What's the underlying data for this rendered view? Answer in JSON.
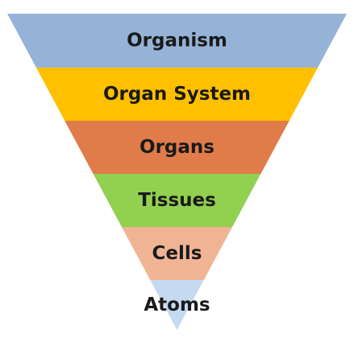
{
  "diagram": {
    "layers": [
      {
        "label": "Organism",
        "color": "#95b3d7"
      },
      {
        "label": "Organ System",
        "color": "#ffc000"
      },
      {
        "label": "Organs",
        "color": "#e07b4a"
      },
      {
        "label": "Tissues",
        "color": "#92d050"
      },
      {
        "label": "Cells",
        "color": "#f0b494"
      },
      {
        "label": "Atoms",
        "color": "#c5d9f1"
      }
    ]
  }
}
